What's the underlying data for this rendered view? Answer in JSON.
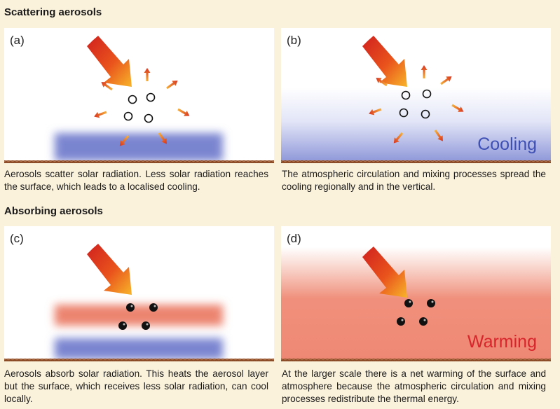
{
  "sections": {
    "scattering": {
      "title": "Scattering aerosols"
    },
    "absorbing": {
      "title": "Absorbing aerosols"
    }
  },
  "panels": {
    "a": {
      "label": "(a)",
      "caption": "Aerosols scatter solar radiation. Less solar radiation reaches the surface, which leads to a localised cooling."
    },
    "b": {
      "label": "(b)",
      "effect_label": "Cooling",
      "caption": "The atmospheric circulation and mixing processes spread the cooling regionally and in the vertical."
    },
    "c": {
      "label": "(c)",
      "caption": "Aerosols absorb solar radiation. This heats the aerosol layer but the surface, which receives less solar radiation, can cool locally."
    },
    "d": {
      "label": "(d)",
      "effect_label": "Warming",
      "caption": "At the larger scale there is a net warming of the surface and atmosphere because the atmospheric circulation and mixing processes redistribute the thermal energy."
    }
  },
  "colors": {
    "page_background": "#fbf2dc",
    "cooling_blue": "#7a85d0",
    "warming_red": "#ec8470",
    "ground_brown": "#8a4a25",
    "cooling_label": "#3f50b5",
    "warming_label": "#d8252c"
  }
}
